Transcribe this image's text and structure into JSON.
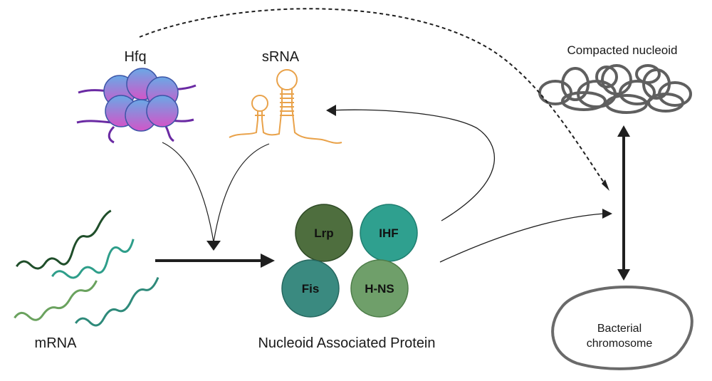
{
  "labels": {
    "hfq": "Hfq",
    "srna": "sRNA",
    "mrna": "mRNA",
    "nap": "Nucleoid Associated Protein",
    "compacted": "Compacted nucleoid",
    "bacterial_line1": "Bacterial",
    "bacterial_line2": "chromosome"
  },
  "proteins": [
    {
      "label": "Lrp",
      "color": "#4e6e3e"
    },
    {
      "label": "IHF",
      "color": "#2fa08f"
    },
    {
      "label": "Fis",
      "color": "#3a8a80"
    },
    {
      "label": "H-NS",
      "color": "#6f9f6a"
    }
  ],
  "colors": {
    "hfq_fill": "#7c7fdc",
    "hfq_accent": "#d16ad6",
    "hfq_strand": "#6a2aa3",
    "srna": "#e9a24a",
    "arrow": "#1f1f1f",
    "nucleoid": "#5f5f5f",
    "chromosome_outline": "#6a6a6a",
    "mrna_dark": "#1f4e2a",
    "mrna_teal": "#2e9e8a",
    "mrna_green": "#6aa25e",
    "mrna_teal2": "#2e8a7a"
  }
}
